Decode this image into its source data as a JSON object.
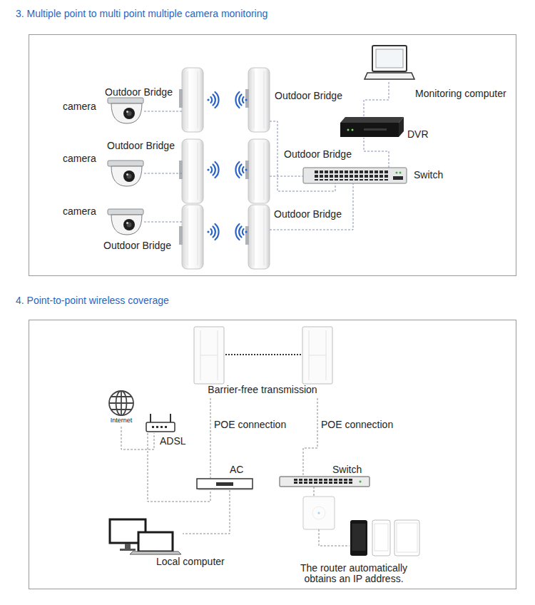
{
  "diagram": {
    "nodes": [
      {
        "text": [
          "camera"
        ]
      },
      {
        "text": [
          "Outdoor Bridge"
        ]
      },
      {
        "text": [
          "Outdoor Bridge"
        ]
      },
      {
        "text": [
          "Monitoring computer"
        ]
      },
      {
        "text": [
          "DVR"
        ]
      },
      {
        "text": [
          "camera"
        ]
      },
      {
        "text": [
          "Outdoor Bridge"
        ]
      },
      {
        "text": [
          "Outdoor Bridge"
        ]
      },
      {
        "text": [
          "Switch"
        ]
      },
      {
        "text": [
          "camera"
        ]
      },
      {
        "text": [
          "Outdoor Bridge"
        ]
      },
      {
        "text": [
          "Outdoor Bridge"
        ]
      },
      {
        "text": [
          "Internet"
        ]
      },
      {
        "text": [
          "ADSL"
        ]
      },
      {
        "text": [
          "AC"
        ]
      },
      {
        "text": [
          "Switch"
        ]
      },
      {
        "text": [
          "Local computer"
        ]
      }
    ],
    "edges": [
      {
        "from": 0,
        "to": 1,
        "arrow": "none"
      },
      {
        "from": 5,
        "to": 6,
        "arrow": "none"
      },
      {
        "from": 9,
        "to": 10,
        "arrow": "none"
      },
      {
        "from": 2,
        "to": 8,
        "arrow": "none"
      },
      {
        "from": 7,
        "to": 8,
        "arrow": "none"
      },
      {
        "from": 11,
        "to": 8,
        "arrow": "none"
      },
      {
        "from": 8,
        "to": 4,
        "arrow": "none"
      },
      {
        "from": 4,
        "to": 3,
        "arrow": "none"
      },
      {
        "from": 12,
        "to": 13,
        "arrow": "none"
      },
      {
        "from": 13,
        "to": 14,
        "arrow": "none"
      },
      {
        "from": 14,
        "to": 16,
        "arrow": "none"
      }
    ],
    "labels": [
      "3. Multiple point to multi point multiple camera monitoring",
      "4. Point-to-point wireless coverage",
      "Barrier-free transmission",
      "POE connection",
      "POE connection",
      "The router automatically obtains an IP address."
    ]
  }
}
